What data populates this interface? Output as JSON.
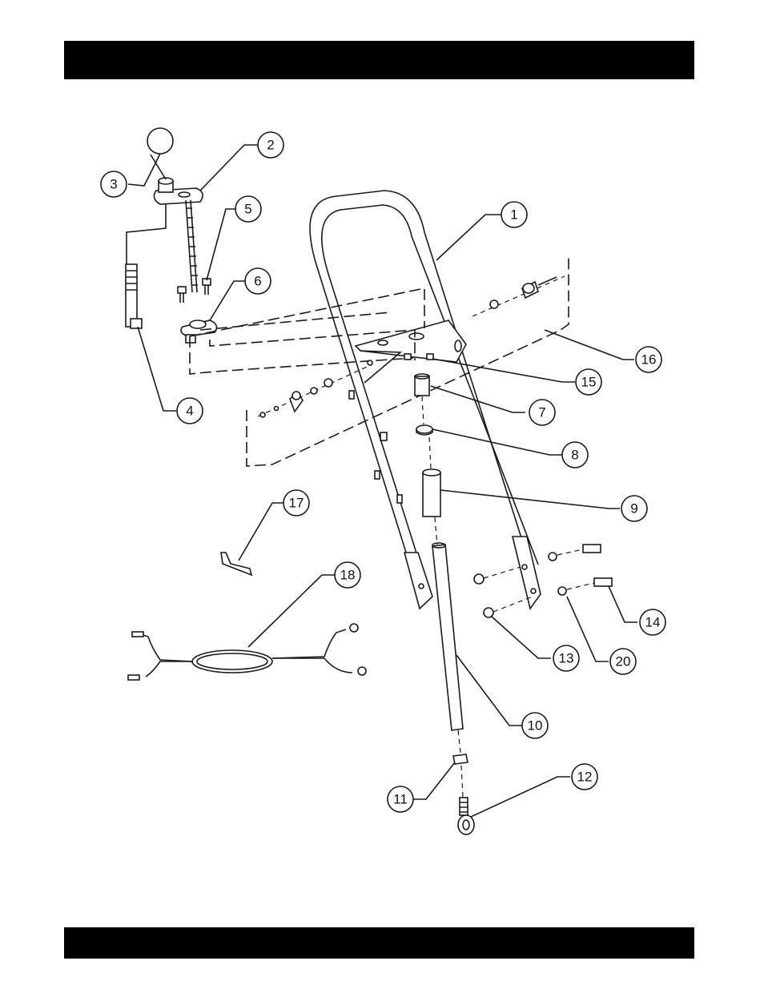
{
  "header": {
    "title": ""
  },
  "footer": {
    "text": ""
  },
  "callouts": [
    {
      "id": "c1",
      "label": "1"
    },
    {
      "id": "c2",
      "label": "2"
    },
    {
      "id": "c3",
      "label": "3"
    },
    {
      "id": "c4",
      "label": "4"
    },
    {
      "id": "c5",
      "label": "5"
    },
    {
      "id": "c6",
      "label": "6"
    },
    {
      "id": "c7",
      "label": "7"
    },
    {
      "id": "c8",
      "label": "8"
    },
    {
      "id": "c9",
      "label": "9"
    },
    {
      "id": "c10",
      "label": "10"
    },
    {
      "id": "c11",
      "label": "11"
    },
    {
      "id": "c12",
      "label": "12"
    },
    {
      "id": "c13",
      "label": "13"
    },
    {
      "id": "c14",
      "label": "14"
    },
    {
      "id": "c15",
      "label": "15"
    },
    {
      "id": "c16",
      "label": "16"
    },
    {
      "id": "c17",
      "label": "17"
    },
    {
      "id": "c18",
      "label": "18"
    },
    {
      "id": "c20",
      "label": "20"
    }
  ]
}
